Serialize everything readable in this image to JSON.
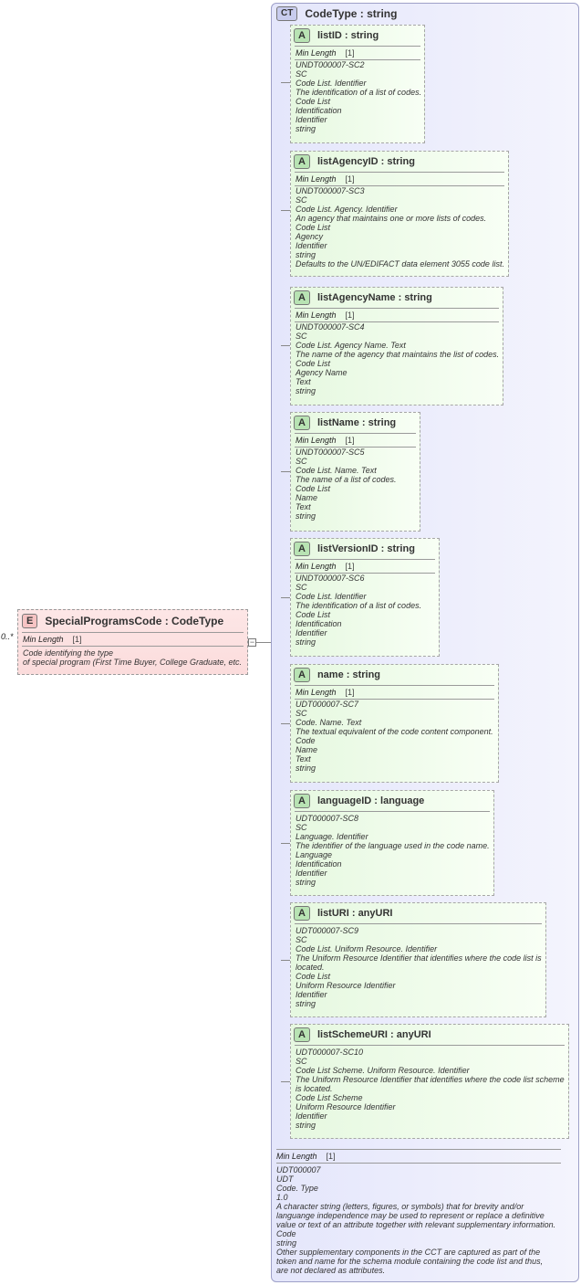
{
  "element": {
    "badge": "E",
    "title": "SpecialProgramsCode : CodeType",
    "multiplicity": "0..*",
    "facet": {
      "name": "Min Length",
      "value": "[1]"
    },
    "doc": [
      "Code identifying the type",
      "of special program (First Time Buyer, College Graduate, etc."
    ]
  },
  "complex_type": {
    "badge": "CT",
    "title": "CodeType : string",
    "facet": {
      "name": "Min Length",
      "value": "[1]"
    },
    "doc": [
      "UDT000007",
      "UDT",
      "Code. Type",
      "1.0",
      "A character string (letters, figures, or symbols) that for brevity and/or",
      "languange independence may be used to represent or replace a definitive",
      "value or text of an attribute together with relevant supplementary information.",
      "Code",
      "string",
      "Other supplementary components in the CCT are captured as part of the",
      "token and name for the schema module containing the code list and thus,",
      "are not declared as attributes."
    ]
  },
  "attributes": [
    {
      "badge": "A",
      "title": "listID      : string",
      "facet": {
        "name": "Min Length",
        "value": "[1]"
      },
      "doc": [
        "UNDT000007-SC2",
        "SC",
        "Code List. Identifier",
        "The identification of a list of codes.",
        "Code List",
        "Identification",
        "Identifier",
        "string"
      ]
    },
    {
      "badge": "A",
      "title": "listAgencyID : string",
      "facet": {
        "name": "Min Length",
        "value": "[1]"
      },
      "doc": [
        "UNDT000007-SC3",
        "SC",
        "Code List. Agency. Identifier",
        "An agency that maintains one or more lists of codes.",
        "Code List",
        "Agency",
        "Identifier",
        "string",
        "Defaults to the UN/EDIFACT data element 3055 code list."
      ]
    },
    {
      "badge": "A",
      "title": "listAgencyName : string",
      "facet": {
        "name": "Min Length",
        "value": "[1]"
      },
      "doc": [
        "UNDT000007-SC4",
        "SC",
        "Code List. Agency Name. Text",
        "The name of the agency that maintains the list of codes.",
        "Code List",
        "Agency Name",
        "Text",
        "string"
      ]
    },
    {
      "badge": "A",
      "title": "listName : string",
      "facet": {
        "name": "Min Length",
        "value": "[1]"
      },
      "doc": [
        "UNDT000007-SC5",
        "SC",
        "Code List. Name. Text",
        "The name of a list of codes.",
        "Code List",
        "Name",
        "Text",
        "string"
      ]
    },
    {
      "badge": "A",
      "title": "listVersionID : string",
      "facet": {
        "name": "Min Length",
        "value": "[1]"
      },
      "doc": [
        "UNDT000007-SC6",
        "SC",
        "Code List. Identifier",
        "The identification of a list of codes.",
        "Code List",
        "Identification",
        "Identifier",
        "string"
      ]
    },
    {
      "badge": "A",
      "title": "name      : string",
      "facet": {
        "name": "Min Length",
        "value": "[1]"
      },
      "doc": [
        "UDT000007-SC7",
        "SC",
        "Code. Name. Text",
        "The textual equivalent of the code content component.",
        "Code",
        "Name",
        "Text",
        "string"
      ]
    },
    {
      "badge": "A",
      "title": "languageID : language",
      "facet": null,
      "doc": [
        "UDT000007-SC8",
        "SC",
        "Language. Identifier",
        "The identifier of the language used in the code name.",
        "Language",
        "Identification",
        "Identifier",
        "string"
      ]
    },
    {
      "badge": "A",
      "title": "listURI    : anyURI",
      "facet": null,
      "doc": [
        "UDT000007-SC9",
        "SC",
        "Code List. Uniform Resource. Identifier",
        "The Uniform Resource Identifier that identifies where the code list is",
        "located.",
        "Code List",
        "Uniform Resource Identifier",
        "Identifier",
        "string"
      ]
    },
    {
      "badge": "A",
      "title": "listSchemeURI : anyURI",
      "facet": null,
      "doc": [
        "UDT000007-SC10",
        "SC",
        "Code List Scheme. Uniform Resource. Identifier",
        "The Uniform Resource Identifier that identifies where the code list scheme",
        "is located.",
        "Code List Scheme",
        "Uniform Resource Identifier",
        "Identifier",
        "string"
      ]
    }
  ]
}
